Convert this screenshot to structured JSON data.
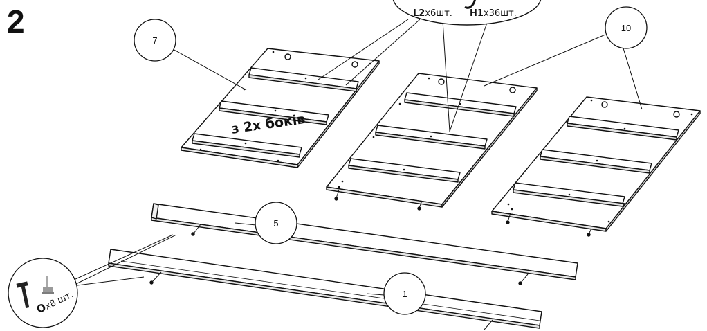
{
  "step": {
    "number": "2"
  },
  "note": {
    "text": "з 2х боків"
  },
  "parts": {
    "p7": "7",
    "p10": "10",
    "p5": "5",
    "p1": "1"
  },
  "fasteners": {
    "L2": {
      "code": "L2",
      "qty": "х6шт."
    },
    "H1": {
      "code": "H1",
      "qty": "х36шт."
    }
  },
  "tools": {
    "code": "О",
    "qty": "х8 шт.",
    "icons": [
      "hammer-icon",
      "mallet-icon"
    ]
  }
}
